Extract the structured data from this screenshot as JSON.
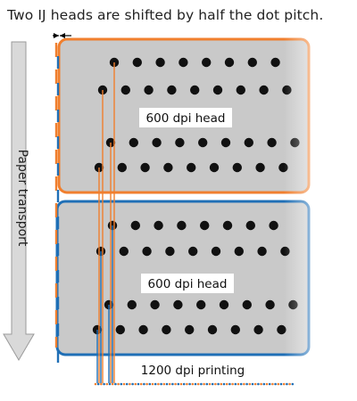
{
  "title": "Two IJ heads are shifted by half the dot pitch.",
  "side_label": "Paper transport",
  "heads": [
    {
      "label": "600 dpi head",
      "color": "#F07F2E"
    },
    {
      "label": "600 dpi head",
      "color": "#1F6FB6"
    }
  ],
  "printing_label": "1200 dpi printing",
  "colors": {
    "head_fill": "#C9C9C9",
    "nozzle": "#111111",
    "arrow_fill": "#D9D9D9",
    "arrow_stroke": "#9A9A9A",
    "orange": "#F07F2E",
    "blue": "#1F6FB6"
  }
}
